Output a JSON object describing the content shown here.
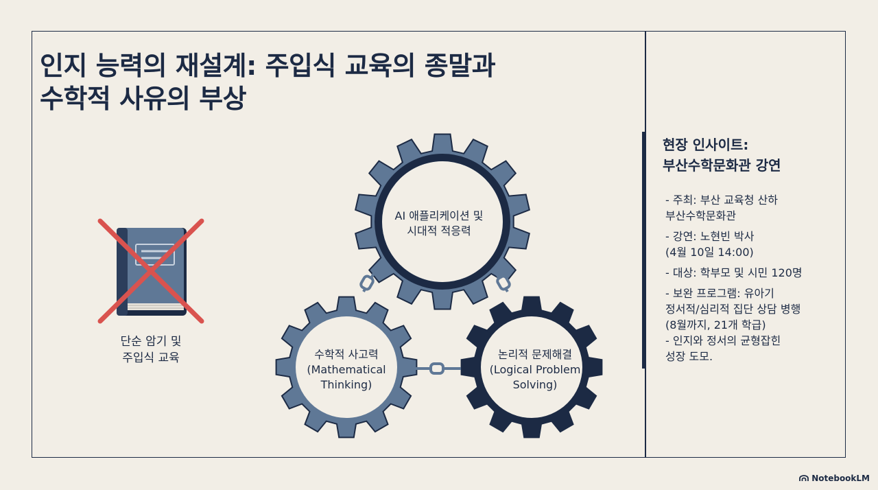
{
  "title": {
    "line1": "인지 능력의 재설계: 주입식 교육의 종말과",
    "line2": "수학적 사유의 부상"
  },
  "book": {
    "icon": "crossed-out-book-icon",
    "caption_line1": "단순 암기 및",
    "caption_line2": "주입식 교육"
  },
  "gears": {
    "top": {
      "line1": "AI 애플리케이션 및",
      "line2": "시대적 적응력"
    },
    "left": {
      "line1": "수학적 사고력",
      "line2": "(Mathematical",
      "line3": "Thinking)"
    },
    "right": {
      "line1": "논리적 문제해결",
      "line2": "(Logical Problem",
      "line3": "Solving)"
    }
  },
  "sidebar": {
    "heading_line1": "현장 인사이트:",
    "heading_line2": "부산수학문화관 강연",
    "items": [
      {
        "lines": [
          "- 주최: 부산 교육청 산하",
          "부산수학문화관"
        ]
      },
      {
        "lines": [
          "- 강연: 노현빈 박사",
          "(4월 10일 14:00)"
        ]
      },
      {
        "lines": [
          "- 대상: 학부모 및 시민 120명"
        ]
      },
      {
        "lines": [
          "- 보완 프로그램: 유아기",
          "정서적/심리적 집단 상담 병행",
          "(8월까지, 21개 학급)"
        ]
      },
      {
        "lines": [
          "- 인지와 정서의 균형잡힌",
          "성장 도모."
        ]
      }
    ]
  },
  "brand": {
    "label": "NotebookLM",
    "icon": "notebooklm-logo-icon"
  },
  "colors": {
    "background": "#f2eee6",
    "navy": "#1c2a44",
    "steel_blue": "#5f7896",
    "red_cross": "#d9534f"
  }
}
